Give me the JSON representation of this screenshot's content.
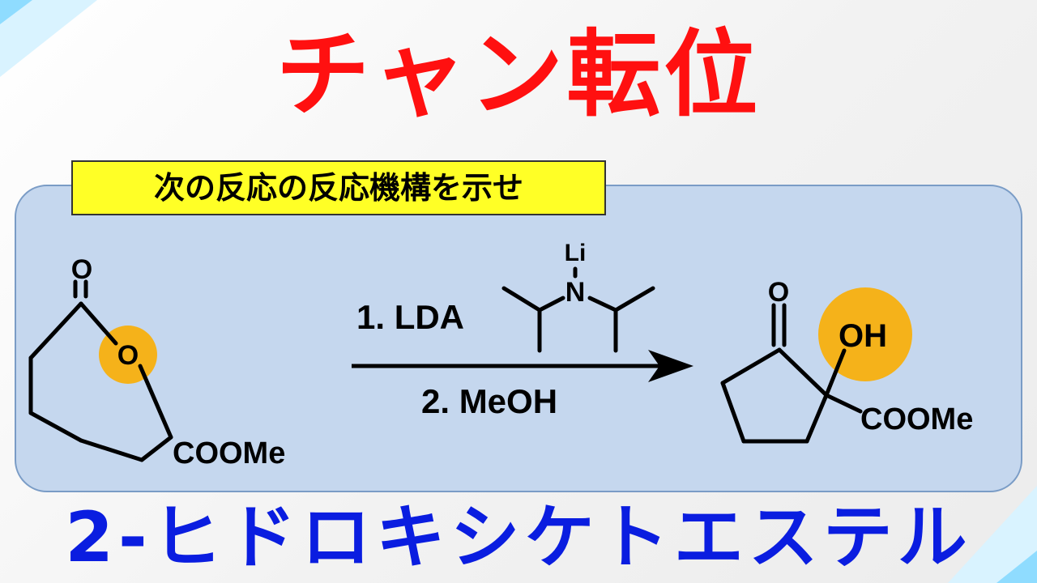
{
  "title": "チャン転位",
  "prompt": "次の反応の反応機構を示せ",
  "subtitle": "2-ヒドロキシケトエステル",
  "reaction": {
    "reagent_1": "1. LDA",
    "reagent_2": "2. MeOH",
    "lda_li": "Li",
    "lda_n": "N",
    "start_carbonyl_o": "O",
    "start_ring_o": "O",
    "start_ester": "COOMe",
    "product_ketone_o": "O",
    "product_oh": "OH",
    "product_ester": "COOMe"
  },
  "colors": {
    "title": "#ff1010",
    "subtitle": "#0a1de0",
    "panel": "#c5d7ee",
    "highlight": "#f5b21a",
    "prompt_bg": "#ffff26"
  }
}
